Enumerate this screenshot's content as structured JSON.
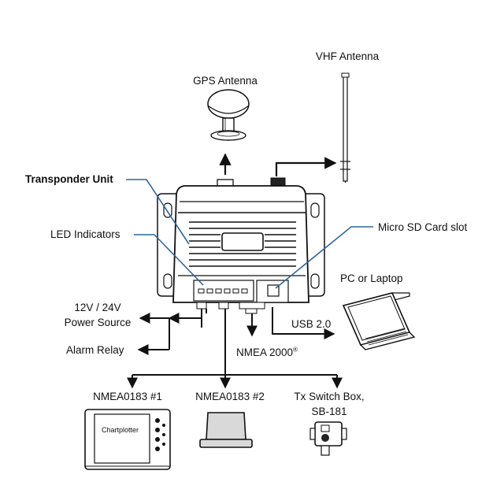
{
  "labels": {
    "vhf_antenna": "VHF Antenna",
    "gps_antenna": "GPS Antenna",
    "transponder_unit": "Transponder Unit",
    "led_indicators": "LED Indicators",
    "micro_sd": "Micro SD Card slot",
    "pc_laptop": "PC or Laptop",
    "power_line1": "12V / 24V",
    "power_line2": "Power Source",
    "usb": "USB 2.0",
    "alarm_relay": "Alarm Relay",
    "nmea2000": "NMEA 2000",
    "nmea2000_mark": "®",
    "nmea0183_1": "NMEA0183 #1",
    "nmea0183_2": "NMEA0183 #2",
    "tx_switch_line1": "Tx Switch Box,",
    "tx_switch_line2": "SB-181",
    "chartplotter": "Chartplotter"
  },
  "colors": {
    "line": "#111111",
    "leader": "#2f6699",
    "device_fill": "#d9d9d9",
    "device_dark": "#222222"
  }
}
